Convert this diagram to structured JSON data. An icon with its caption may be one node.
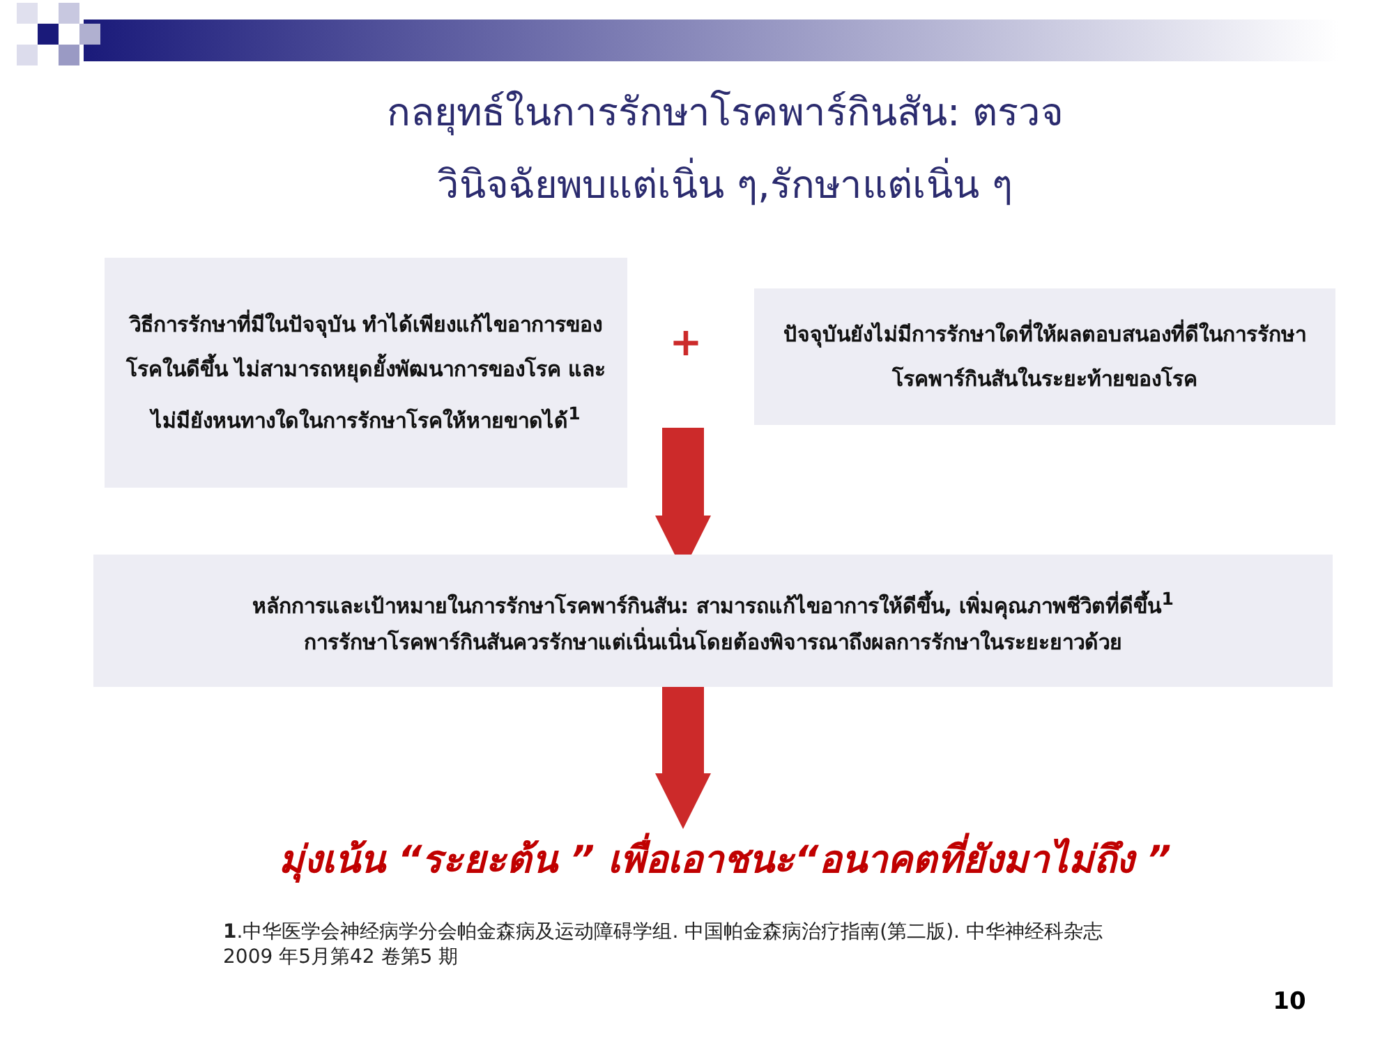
{
  "diagram": {
    "title": "กลยุทธ์ในการรักษาโรคพาร์กินสัน: ตรวจวินิจฉัยพบแต่เนิ่น ๆ,รักษาแต่เนิ่น ๆ",
    "nodes": [
      {
        "text": [
          "วิธีการรักษาที่มีในปัจจุบัน ทำได้เพียงแก้ไขอาการของโรคในดีขึ้น ไม่สามารถหยุดยั้งพัฒนาการของโรค และไม่มียังหนทางใดในการรักษาโรคให้หายขาดได้$^{1}$"
        ]
      },
      {
        "text": [
          "ปัจจุบันยังไม่มีการรักษาใดที่ให้ผลตอบสนองที่ดีในการรักษา โรคพาร์กินสันในระยะท้ายของโรค"
        ]
      },
      {
        "text": [
          "หลักการและเป้าหมายในการรักษาโรคพาร์กินสัน:  สามารถแก้ไขอาการให้ดีขึ้น,  เพิ่มคุณภาพชีวิตที่ดีขึ้น$^{1}$",
          "การรักษาโรคพาร์กินสันควรรักษาแต่เนิ่นเนิ่นโดยต้องพิจารณาถึงผลการรักษาในระยะยาวด้วย"
        ]
      },
      {
        "text": [
          "มุ่งเน้น  “ระยะต้น ” เพื่อเอาชนะ“อนาคตที่ยังมาไม่ถึง ”"
        ]
      }
    ],
    "edges": [
      {
        "from": null,
        "to": 2,
        "arrow": "to"
      },
      {
        "from": 2,
        "to": 3,
        "arrow": "to"
      }
    ],
    "labels": [
      "+",
      "**1**.中华医学会神经病学分会帕金森病及运动障碍学组. 中国帕金森病治疗指南(第二版). 中华神经科杂志2009 年5月第42 卷第5 期",
      "10"
    ]
  }
}
